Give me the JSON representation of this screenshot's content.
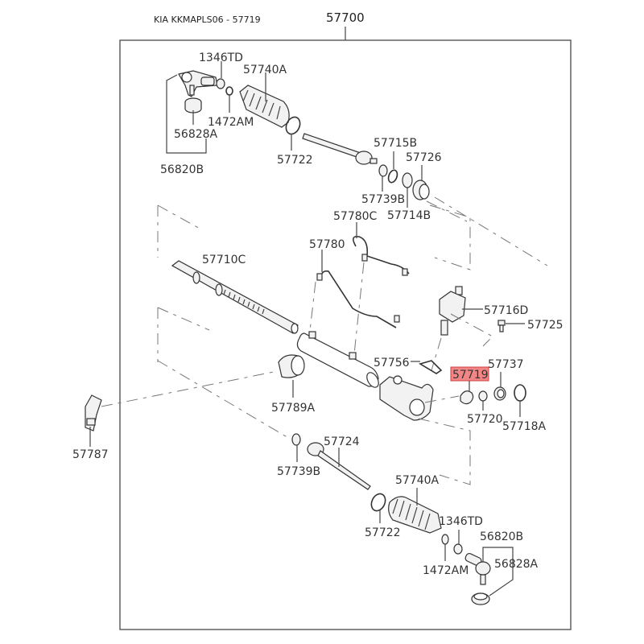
{
  "header": {
    "title": "KIA KKMAPLS06 - 57719",
    "assembly_number": "57700"
  },
  "highlight": {
    "part_number": "57719",
    "color": "#f07070"
  },
  "labels": {
    "p1346TD_top": "1346TD",
    "p57740A_top": "57740A",
    "p1472AM_top": "1472AM",
    "p56828A_top": "56828A",
    "p56820B_top": "56820B",
    "p57722_top": "57722",
    "p57715B": "57715B",
    "p57726": "57726",
    "p57739B_top": "57739B",
    "p57714B": "57714B",
    "p57780C": "57780C",
    "p57780": "57780",
    "p57710C": "57710C",
    "p57716D": "57716D",
    "p57725": "57725",
    "p57756": "57756",
    "p57737": "57737",
    "p57719": "57719",
    "p57720": "57720",
    "p57718A": "57718A",
    "p57789A": "57789A",
    "p57787": "57787",
    "p57739B_bot": "57739B",
    "p57724": "57724",
    "p57740A_bot": "57740A",
    "p57722_bot": "57722",
    "p1346TD_bot": "1346TD",
    "p56820B_bot": "56820B",
    "p56828A_bot": "56828A",
    "p1472AM_bot": "1472AM"
  }
}
